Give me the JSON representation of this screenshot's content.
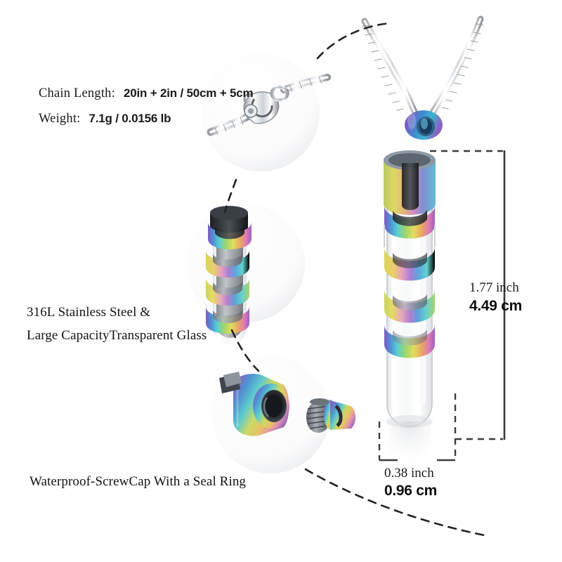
{
  "product": {
    "type": "cremation-urn-necklace",
    "finish": "rainbow-anodized-spiral",
    "material_colors": {
      "chain": "#c8cdd2",
      "rainbow_purple": "#9b5cc8",
      "rainbow_blue": "#4aa6e0",
      "rainbow_cyan": "#5fd8d2",
      "rainbow_green": "#b9d94f",
      "rainbow_yellow": "#e8dc5a",
      "rainbow_orange": "#e8a85a",
      "rainbow_pink": "#e87ab8",
      "glass": "#f2f4f6",
      "line": "#3c3c3c"
    }
  },
  "specs": {
    "chain_length_label": "Chain Length:",
    "chain_length_value": "20in + 2in / 50cm + 5cm",
    "weight_label": "Weight:",
    "weight_value": "7.1g / 0.0156 lb"
  },
  "features": {
    "material_line1": "316L Stainless Steel &",
    "material_line2": "Large CapacityTransparent Glass",
    "cap_line": "Waterproof-ScrewCap With a Seal Ring"
  },
  "dimensions": {
    "height_inch": "1.77 inch",
    "height_cm": "4.49 cm",
    "width_inch": "0.38 inch",
    "width_cm": "0.96 cm"
  }
}
